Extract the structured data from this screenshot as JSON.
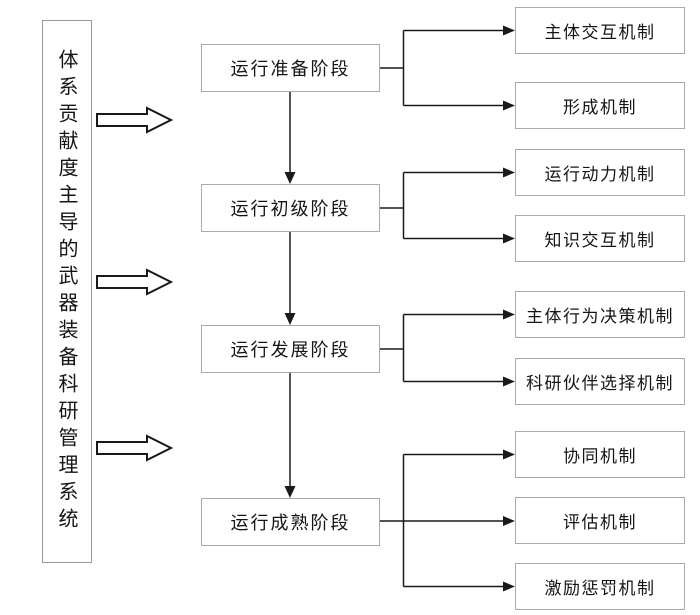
{
  "diagram": {
    "title_box": "体系贡献度主导的武器装备科研管理系统",
    "stages": [
      {
        "label": "运行准备阶段",
        "mechanisms": [
          "主体交互机制",
          "形成机制"
        ]
      },
      {
        "label": "运行初级阶段",
        "mechanisms": [
          "运行动力机制",
          "知识交互机制"
        ]
      },
      {
        "label": "运行发展阶段",
        "mechanisms": [
          "主体行为决策机制",
          "科研伙伴选择机制"
        ]
      },
      {
        "label": "运行成熟阶段",
        "mechanisms": [
          "协同机制",
          "评估机制",
          "激励惩罚机制"
        ]
      }
    ],
    "colors": {
      "line": "#1a1a1a",
      "box_border": "#aaaaaa",
      "text": "#151515",
      "background": "#ffffff"
    }
  }
}
